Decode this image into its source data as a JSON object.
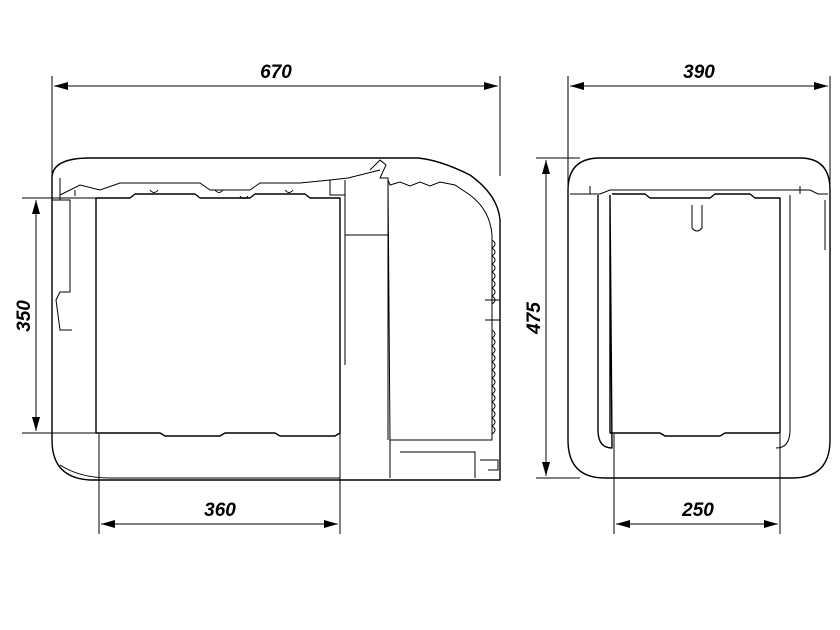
{
  "dimensions": {
    "front_width": "670",
    "side_width": "390",
    "inner_height": "350",
    "total_height": "475",
    "inner_width": "360",
    "side_inner_width": "250"
  },
  "colors": {
    "line": "#000000",
    "background": "#ffffff"
  }
}
